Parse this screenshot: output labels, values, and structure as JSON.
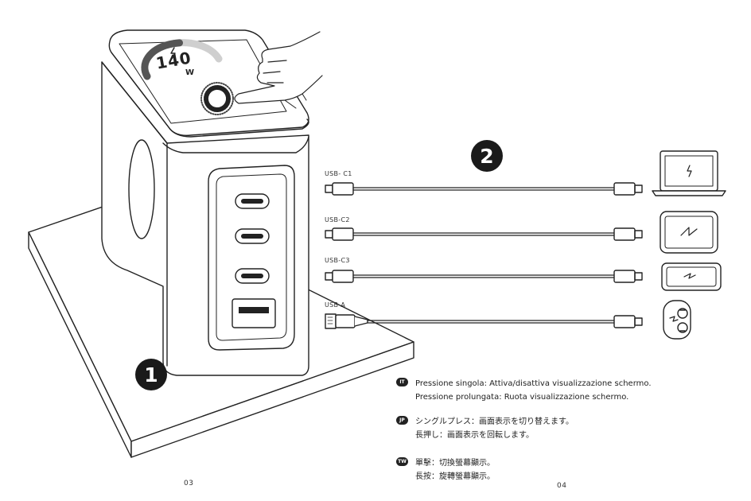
{
  "step1": {
    "number": "1"
  },
  "step2": {
    "number": "2"
  },
  "charger_display": {
    "watt_value": "140",
    "watt_unit": "W"
  },
  "ports": [
    {
      "label": "USB- C1",
      "device": "laptop"
    },
    {
      "label": "USB-C2",
      "device": "tablet"
    },
    {
      "label": "USB-C3",
      "device": "phone"
    },
    {
      "label": "USB-A",
      "device": "earbuds-case"
    }
  ],
  "instructions": [
    {
      "badge": "IT",
      "lines": [
        "Pressione singola: Attiva/disattiva visualizzazione schermo.",
        "Pressione prolungata: Ruota visualizzazione schermo."
      ]
    },
    {
      "badge": "JP",
      "lines": [
        "シングルプレス：画面表示を切り替えます。",
        "長押し：画面表示を回転します。"
      ]
    },
    {
      "badge": "TW",
      "lines": [
        "單擊：切換螢幕顯示。",
        "長按：旋轉螢幕顯示。"
      ]
    }
  ],
  "page_numbers": {
    "left": "03",
    "right": "04"
  },
  "icons": {
    "charging": "lightning-bolt-icon",
    "button": "power-button-icon",
    "hand": "pointing-hand-icon"
  }
}
